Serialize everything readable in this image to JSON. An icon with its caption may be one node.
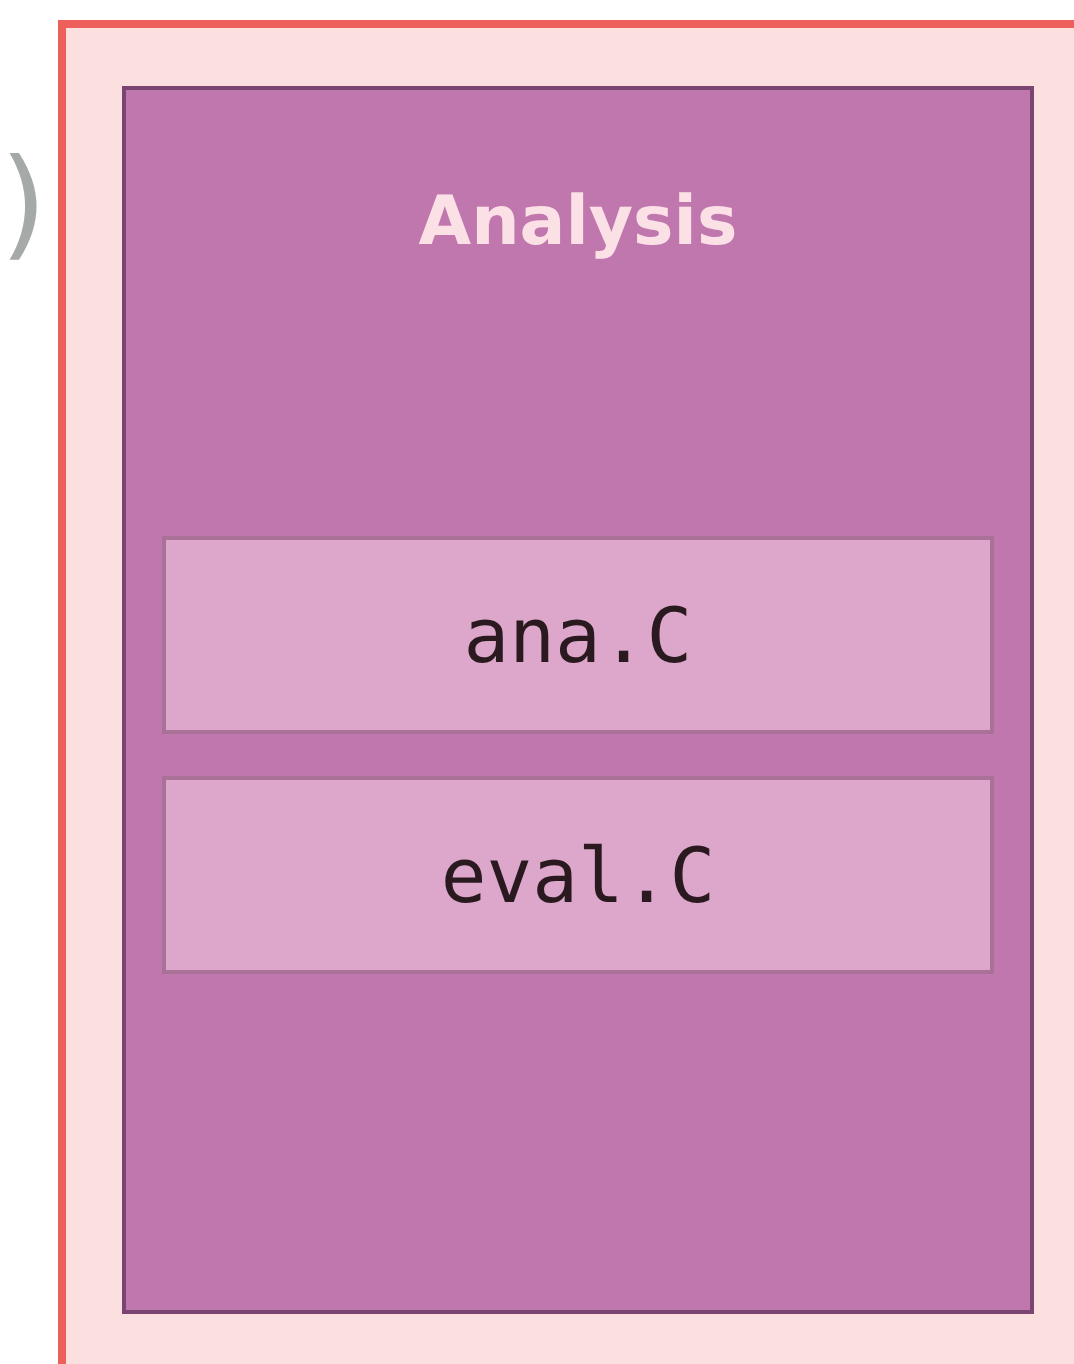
{
  "diagram": {
    "nodes": [
      {
        "text": [],
        "shape": "box"
      },
      {
        "text": [
          "Analysis"
        ],
        "in": 0
      },
      {
        "text": [
          "ana.C"
        ],
        "in": 1
      },
      {
        "text": [
          "eval.C"
        ],
        "in": 1
      }
    ],
    "labels": [
      ")"
    ]
  }
}
